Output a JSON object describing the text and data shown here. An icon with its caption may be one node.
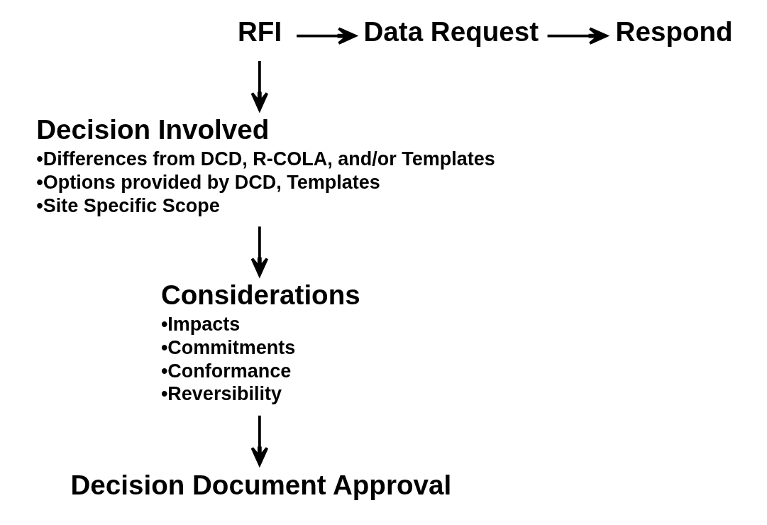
{
  "diagram": {
    "nodes": [
      {
        "text": [
          "RFI"
        ]
      },
      {
        "text": [
          "Data Request"
        ]
      },
      {
        "text": [
          "Respond"
        ]
      },
      {
        "text": [
          "Decision Involved",
          "•Differences from DCD, R-COLA, and/or Templates",
          "•Options provided by DCD, Templates",
          "•Site Specific Scope"
        ]
      },
      {
        "text": [
          "Considerations",
          "•Impacts",
          "•Commitments",
          "•Conformance",
          "•Reversibility"
        ]
      },
      {
        "text": [
          "Decision Document Approval"
        ]
      }
    ],
    "edges": [
      {
        "from": 0,
        "to": 1,
        "arrow": "to"
      },
      {
        "from": 1,
        "to": 2,
        "arrow": "to"
      },
      {
        "from": 0,
        "to": 3,
        "arrow": "to"
      },
      {
        "from": 3,
        "to": 4,
        "arrow": "to"
      },
      {
        "from": 4,
        "to": 5,
        "arrow": "to"
      }
    ]
  }
}
